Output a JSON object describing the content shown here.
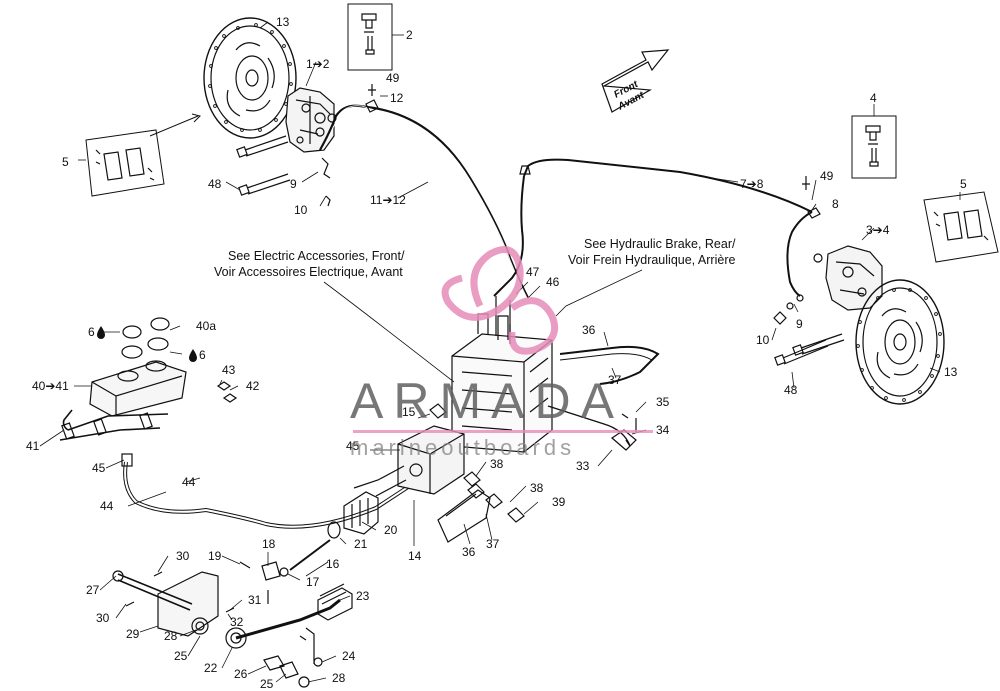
{
  "figure_id": "22Y0801a",
  "watermark": {
    "brand": "ARMADA",
    "sub": "marineoutboards"
  },
  "notes": {
    "electric_line1": "See Electric Accessories, Front/",
    "electric_line2": "Voir Accessoires Electrique, Avant",
    "hydraulic_line1": "See Hydraulic Brake, Rear/",
    "hydraulic_line2": "Voir Frein Hydraulique, Arrière"
  },
  "direction": {
    "line1": "Front",
    "line2": "Avant"
  },
  "callouts": {
    "c13a": "13",
    "c2": "2",
    "c1to2": "1➔2",
    "c49a": "49",
    "c12": "12",
    "c5a": "5",
    "c48a": "48",
    "c9a": "9",
    "c10a": "10",
    "c11to12": "11➔12",
    "c7to8": "7➔8",
    "c4": "4",
    "c49b": "49",
    "c8": "8",
    "c5b": "5",
    "c3to4": "3➔4",
    "c47": "47",
    "c46": "46",
    "c36a": "36",
    "c37a": "37",
    "c9b": "9",
    "c10b": "10",
    "c48b": "48",
    "c13b": "13",
    "c6a": "6",
    "c40a": "40a",
    "c6b": "6",
    "c40to41": "40➔41",
    "c43": "43",
    "c42": "42",
    "c41": "41",
    "c15": "15",
    "c45a": "45",
    "c45b": "45",
    "c35": "35",
    "c34": "34",
    "c33": "33",
    "c38a": "38",
    "c38b": "38",
    "c39": "39",
    "c44a": "44",
    "c44b": "44",
    "c20": "20",
    "c21": "21",
    "c14": "14",
    "c36b": "36",
    "c37b": "37",
    "c19": "19",
    "c18": "18",
    "c30a": "30",
    "c16": "16",
    "c17": "17",
    "c27": "27",
    "c31": "31",
    "c30b": "30",
    "c32": "32",
    "c29": "29",
    "c28a": "28",
    "c23": "23",
    "c25a": "25",
    "c22": "22",
    "c24": "24",
    "c26": "26",
    "c25b": "25",
    "c28b": "28"
  }
}
